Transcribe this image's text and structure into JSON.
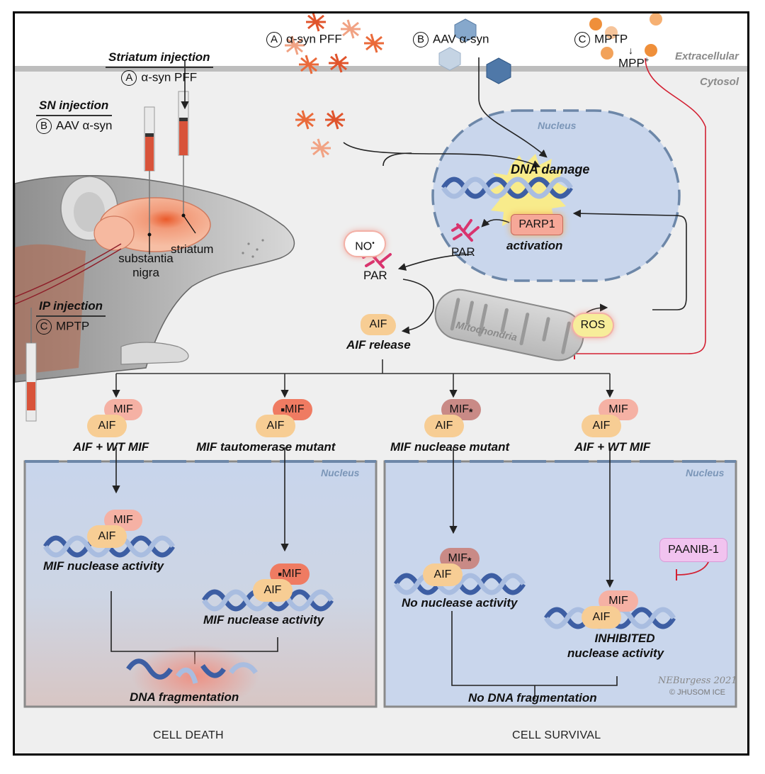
{
  "injections": {
    "striatum": {
      "title": "Striatum injection",
      "marker": "A",
      "agent": "α-syn PFF"
    },
    "sn": {
      "title": "SN injection",
      "marker": "B",
      "agent": "AAV α-syn"
    },
    "ip": {
      "title": "IP injection",
      "marker": "C",
      "agent": "MPTP"
    }
  },
  "mouse_labels": {
    "substantia_nigra": "substantia nigra",
    "striatum": "striatum"
  },
  "extracellular": {
    "label": "Extracellular",
    "agent_a": {
      "marker": "A",
      "text": "α-syn PFF"
    },
    "agent_b": {
      "marker": "B",
      "text": "AAV α-syn"
    },
    "agent_c": {
      "marker": "C",
      "text": "MPTP",
      "product": "MPP",
      "product_sup": "+"
    }
  },
  "cytosol": {
    "label": "Cytosol",
    "no_radical": "NO",
    "no_dot": "•",
    "par_outer": "PAR",
    "mitochondria": "Mitochondria",
    "ros": "ROS",
    "aif": "AIF",
    "aif_release": "AIF release"
  },
  "top_nucleus": {
    "label": "Nucleus",
    "dna_damage": "DNA damage",
    "parp1": "PARP1",
    "activation": "activation",
    "par_inner": "PAR"
  },
  "branches": [
    {
      "mif": "MIF",
      "aif": "AIF",
      "title": "AIF + WT MIF",
      "variant": "wt"
    },
    {
      "mif": "MIF",
      "aif": "AIF",
      "title": "MIF tautomerase mutant",
      "variant": "tautomerase"
    },
    {
      "mif": "MIF",
      "aif": "AIF",
      "title": "MIF nuclease mutant",
      "variant": "nuclease"
    },
    {
      "mif": "MIF",
      "aif": "AIF",
      "title": "AIF + WT MIF",
      "variant": "wt"
    }
  ],
  "death_panel": {
    "nucleus_label": "Nucleus",
    "activity_1": "MIF nuclease activity",
    "activity_2": "MIF nuclease activity",
    "result": "DNA fragmentation",
    "outcome": "CELL DEATH"
  },
  "survival_panel": {
    "nucleus_label": "Nucleus",
    "activity_1": "No nuclease activity",
    "inhibitor": "PAANIB-1",
    "activity_2_line1": "INHIBITED",
    "activity_2_line2": "nuclease activity",
    "result": "No DNA fragmentation",
    "signature": "NEBurgess 2021",
    "credit": "© JHUSOM ICE",
    "outcome": "CELL SURVIVAL"
  },
  "colors": {
    "nucleus_fill": "#c9d6ec",
    "nucleus_border": "#6d87a8",
    "cytosol": "#efefef",
    "mif_wt": "#f5b1a4",
    "mif_taut": "#ef7b62",
    "mif_nuc": "#c98a86",
    "aif": "#f7cd94",
    "par": "#d9346e",
    "inhibit": "#d32032",
    "pff": "#ea6a3a",
    "paanib": "#f1c3ef"
  }
}
